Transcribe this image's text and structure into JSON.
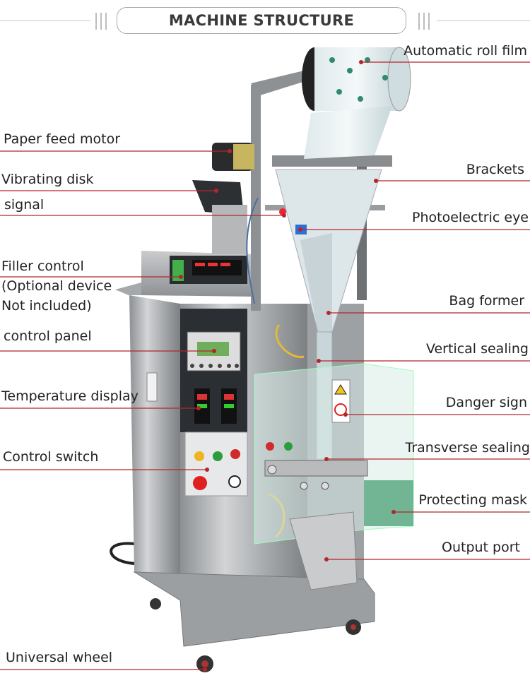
{
  "title": "MACHINE STRUCTURE",
  "labels_left": [
    {
      "key": "paper_feed_motor",
      "text": "Paper feed motor"
    },
    {
      "key": "vibrating_disk",
      "text": "Vibrating disk"
    },
    {
      "key": "signal",
      "text": "signal"
    },
    {
      "key": "filler_control_1",
      "text": "Filler control"
    },
    {
      "key": "filler_control_2",
      "text": "(Optional device"
    },
    {
      "key": "filler_control_3",
      "text": "Not included)"
    },
    {
      "key": "control_panel",
      "text": "control panel"
    },
    {
      "key": "temperature_display",
      "text": "Temperature display"
    },
    {
      "key": "control_switch",
      "text": "Control switch"
    },
    {
      "key": "universal_wheel",
      "text": "Universal wheel"
    }
  ],
  "labels_right": [
    {
      "key": "automatic_roll_film",
      "text": "Automatic roll film"
    },
    {
      "key": "brackets",
      "text": "Brackets"
    },
    {
      "key": "photoelectric_eye",
      "text": "Photoelectric eye"
    },
    {
      "key": "bag_former",
      "text": "Bag  former"
    },
    {
      "key": "vertical_sealing",
      "text": "Vertical sealing"
    },
    {
      "key": "danger_sign",
      "text": "Danger sign"
    },
    {
      "key": "transverse_sealing",
      "text": "Transverse sealing"
    },
    {
      "key": "protecting_mask",
      "text": "Protecting mask"
    },
    {
      "key": "output_port",
      "text": "Output port"
    }
  ],
  "colors": {
    "leader_line": "#b3262b",
    "dot": "#b3262b",
    "steel": "#a7a9ab",
    "dark_panel": "#2b2f33"
  }
}
